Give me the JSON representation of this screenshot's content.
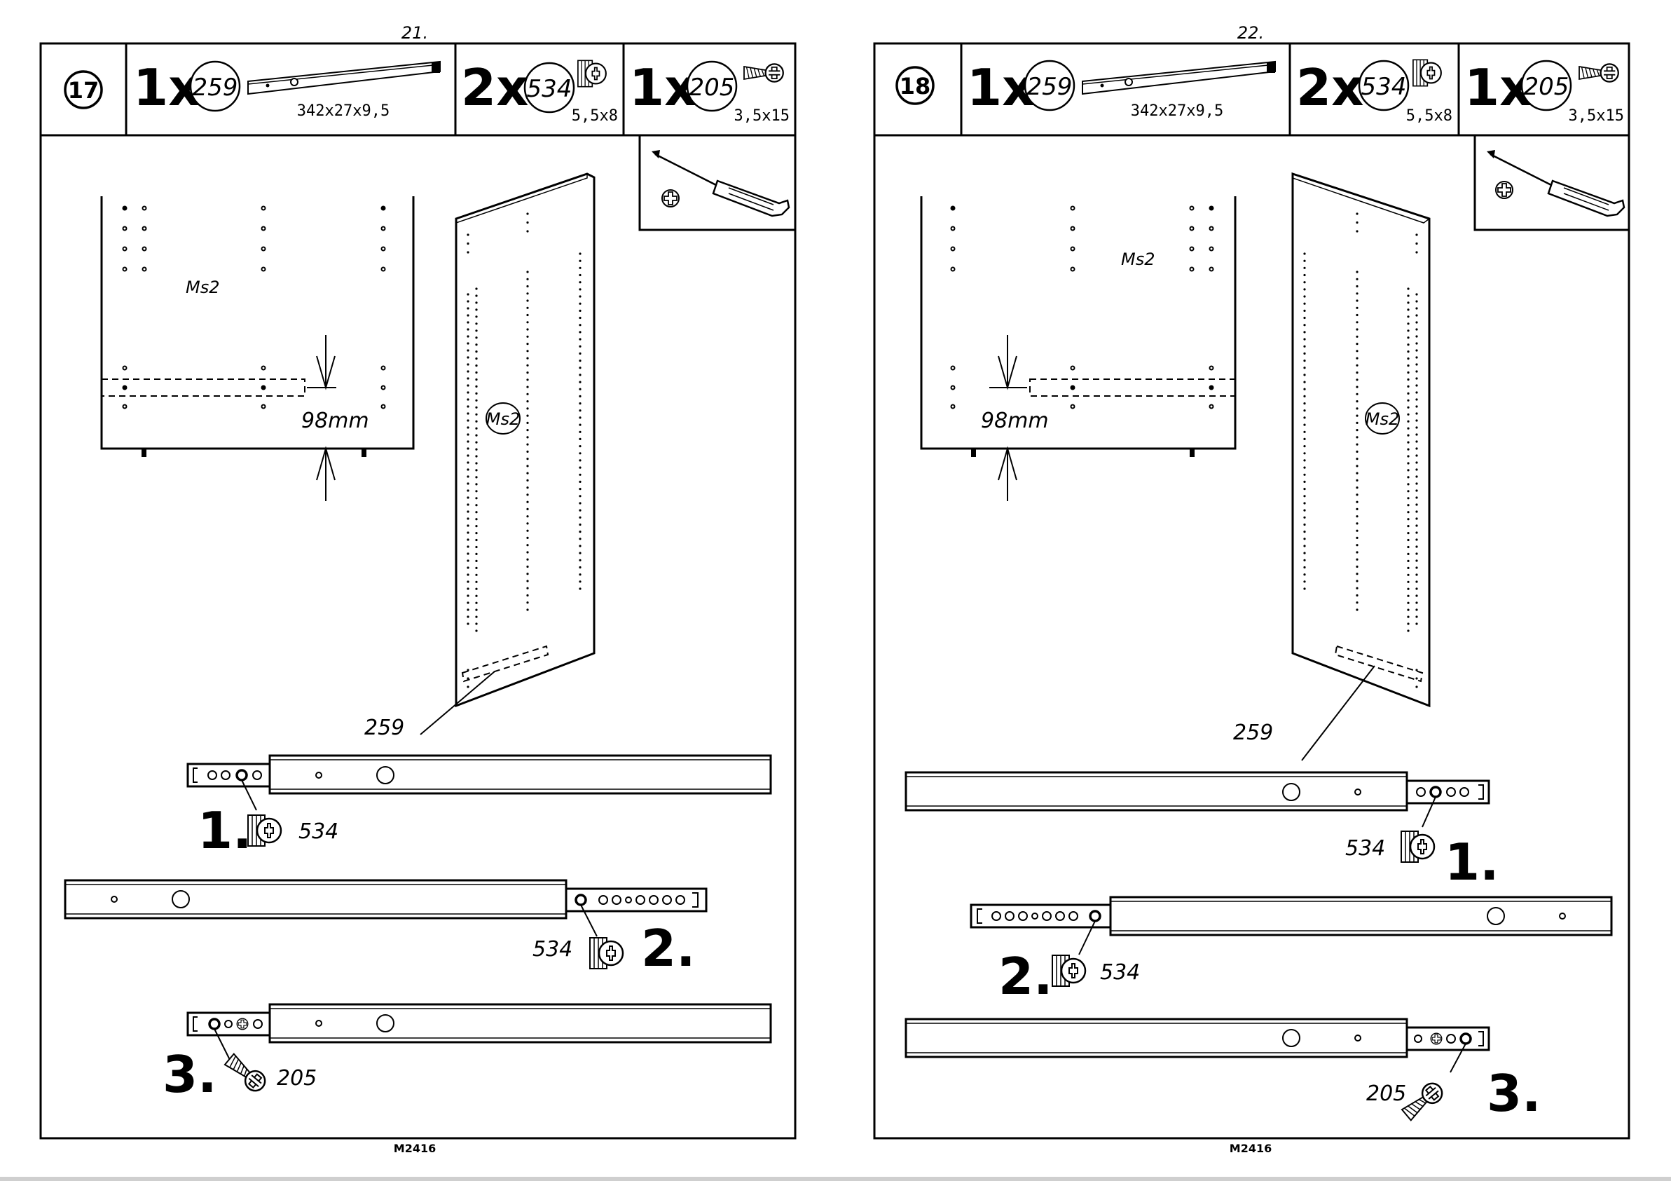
{
  "pages": [
    {
      "page_number": "21.",
      "step": "17",
      "parts": [
        {
          "qty": "1x",
          "ref": "259",
          "dims": "342x27x9,5"
        },
        {
          "qty": "2x",
          "ref": "534",
          "dims": "5,5x8"
        },
        {
          "qty": "1x",
          "ref": "205",
          "dims": "3,5x15"
        }
      ],
      "tool_icons": [
        "screwdriver-icon",
        "phillips-head-icon"
      ],
      "panel_label": "Ms2",
      "side_panel_label": "Ms2",
      "measurement": "98mm",
      "rail_callout": "259",
      "substeps": [
        {
          "number": "1.",
          "part": "534"
        },
        {
          "number": "2.",
          "part": "534"
        },
        {
          "number": "3.",
          "part": "205"
        }
      ],
      "footer_code": "M2416"
    },
    {
      "page_number": "22.",
      "step": "18",
      "parts": [
        {
          "qty": "1x",
          "ref": "259",
          "dims": "342x27x9,5"
        },
        {
          "qty": "2x",
          "ref": "534",
          "dims": "5,5x8"
        },
        {
          "qty": "1x",
          "ref": "205",
          "dims": "3,5x15"
        }
      ],
      "tool_icons": [
        "screwdriver-icon",
        "phillips-head-icon"
      ],
      "panel_label": "Ms2",
      "side_panel_label": "Ms2",
      "measurement": "98mm",
      "rail_callout": "259",
      "substeps": [
        {
          "number": "1.",
          "part": "534"
        },
        {
          "number": "2.",
          "part": "534"
        },
        {
          "number": "3.",
          "part": "205"
        }
      ],
      "footer_code": "M2416"
    }
  ]
}
